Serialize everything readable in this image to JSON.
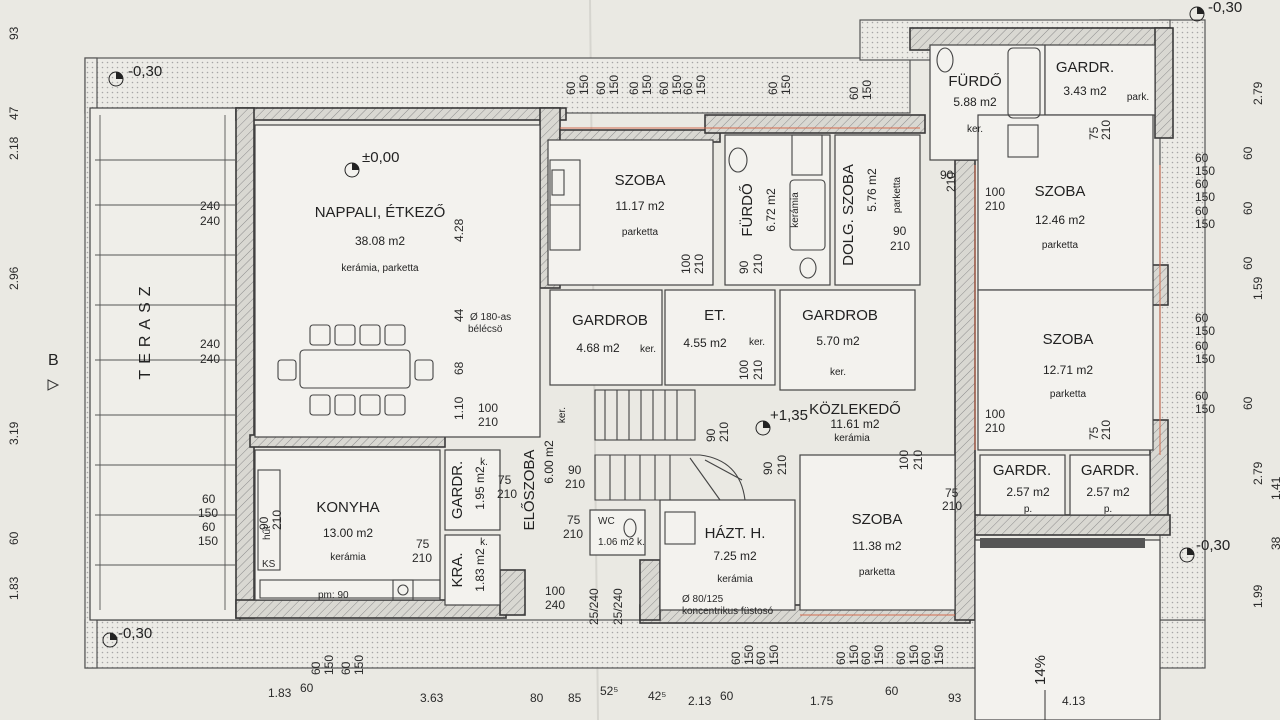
{
  "rooms": {
    "nappali": {
      "name": "NAPPALI, ÉTKEZŐ",
      "area": "38.08 m2",
      "floor": "kerámia, parketta"
    },
    "szoba1": {
      "name": "SZOBA",
      "area": "11.17 m2",
      "floor": "parketta"
    },
    "furdo1": {
      "name": "FÜRDŐ",
      "area": "6.72 m2",
      "floor": "kerámia"
    },
    "dolg": {
      "name": "DOLG. SZOBA",
      "area": "5.76 m2",
      "floor": "parketta"
    },
    "furdo2": {
      "name": "FÜRDŐ",
      "area": "5.88 m2",
      "floor": "ker."
    },
    "gardr_top": {
      "name": "GARDR.",
      "area": "3.43 m2",
      "floor": "park."
    },
    "szoba2": {
      "name": "SZOBA",
      "area": "12.46 m2",
      "floor": "parketta"
    },
    "szoba3": {
      "name": "SZOBA",
      "area": "12.71 m2",
      "floor": "parketta"
    },
    "gardrob1": {
      "name": "GARDROB",
      "area": "4.68 m2",
      "floor": "ker."
    },
    "et": {
      "name": "ET.",
      "area": "4.55 m2",
      "floor": "ker."
    },
    "gardrob2": {
      "name": "GARDROB",
      "area": "5.70 m2",
      "floor": "ker."
    },
    "kozlekedo": {
      "name": "KÖZLEKEDŐ",
      "area": "11.61 m2",
      "floor": "kerámia"
    },
    "eloszoba": {
      "name": "ELŐSZOBA",
      "area": "6.00 m2",
      "floor": "ker."
    },
    "konyha": {
      "name": "KONYHA",
      "area": "13.00 m2",
      "floor": "kerámia"
    },
    "gardr_k": {
      "name": "GARDR.",
      "area": "1.95 m2",
      "floor": "k."
    },
    "kra": {
      "name": "KRA.",
      "area": "1.83 m2",
      "floor": "k."
    },
    "wc": {
      "name": "WC",
      "area": "1.06 m2",
      "floor": "k."
    },
    "hazt": {
      "name": "HÁZT. H.",
      "area": "7.25 m2",
      "floor": "kerámia"
    },
    "szoba4": {
      "name": "SZOBA",
      "area": "11.38 m2",
      "floor": "parketta"
    },
    "gardr_a": {
      "name": "GARDR.",
      "area": "2.57 m2",
      "floor": "p."
    },
    "gardr_b": {
      "name": "GARDR.",
      "area": "2.57 m2",
      "floor": "p."
    },
    "terasz": {
      "name": "TERASZ"
    }
  },
  "levels": {
    "top_left": "-0,30",
    "living": "±0,00",
    "corridor": "+1,35",
    "bottom_left": "-0,30",
    "bottom_right": "-0,30",
    "top_right": "-0,30"
  },
  "labels": {
    "section_marker": "B",
    "ramp": "14%",
    "chimney_note_1": "Ø 80/125",
    "chimney_note_2": "koncentrikus füstosó",
    "stove_note_1": "Ø 180-as",
    "stove_note_2": "bélécsö",
    "ks": "KS",
    "hut": "hűt",
    "pm": "pm: 90"
  },
  "dims": {
    "living_h": "4.28",
    "living_w44": "44",
    "living_w68": "68",
    "living_w110": "1.10",
    "terasz_240a": "240",
    "terasz_240b": "240",
    "terasz_240c": "240",
    "terasz_240d": "240",
    "terasz_60": "60",
    "terasz_150a": "150",
    "terasz_60b": "60",
    "terasz_150b": "150",
    "door_100a": "100",
    "door_210a": "210",
    "door_100b": "100",
    "door_210b": "210",
    "door_90a": "90",
    "door_210c": "210",
    "door_90b": "90",
    "door_210d": "210",
    "door_100c": "100",
    "door_210e": "210",
    "door_90c": "90",
    "door_210f": "210",
    "door_90d": "90",
    "door_210g": "210",
    "door_100d": "100",
    "door_210h": "210",
    "door_75a": "75",
    "door_210i": "210",
    "door_90e": "90",
    "door_210j": "210",
    "door_90f": "90",
    "door_210k": "210",
    "door_100e": "100",
    "door_210l": "210",
    "door_75b": "75",
    "door_210m": "210",
    "door_90g": "90",
    "door_210n": "210",
    "door_75c": "75",
    "door_210o": "210",
    "door_100f": "100",
    "door_240": "240",
    "door_2524a": "25/240",
    "door_2524b": "25/240",
    "door_75d": "75",
    "door_210p": "210",
    "door_75e": "75",
    "door_210q": "210",
    "door_75f": "75",
    "door_210r": "210",
    "door_100g": "100",
    "door_210s": "210",
    "left_93": "93",
    "left_47": "47",
    "left_218": "2.18",
    "left_296": "2.96",
    "left_319": "3.19",
    "left_60": "60",
    "left_183": "1.83",
    "right_279a": "2.79",
    "right_60a": "60",
    "right_60b": "60",
    "right_159": "1.59",
    "right_60c": "60",
    "right_60d": "60",
    "right_279b": "2.79",
    "right_199": "1.99",
    "right_38": "38",
    "right_141": "1.41",
    "bot_183": "1.83",
    "bot_60a": "60",
    "bot_363": "3.63",
    "bot_80": "80",
    "bot_85": "85",
    "bot_525": "52⁵",
    "bot_425": "42⁵",
    "bot_213": "2.13",
    "bot_60b": "60",
    "bot_175": "1.75",
    "bot_60c": "60",
    "bot_93": "93",
    "bot_413": "4.13"
  },
  "window_codes": {
    "top_group_1": [
      "60",
      "150"
    ],
    "top_group_2": [
      "60",
      "150"
    ],
    "top_group_3": [
      "60",
      "150"
    ],
    "top_group_4": [
      "60",
      "150"
    ],
    "top_group_5": [
      "60",
      "150"
    ],
    "top_group_6": [
      "60",
      "150"
    ],
    "top_group_7": [
      "60",
      "150"
    ],
    "right_group_1": [
      "60",
      "150"
    ],
    "right_group_2": [
      "60",
      "150"
    ],
    "right_group_3": [
      "60",
      "150"
    ],
    "right_group_4": [
      "60",
      "150"
    ],
    "right_group_5": [
      "60",
      "150"
    ],
    "right_group_6": [
      "60",
      "150"
    ],
    "bot_group_1": [
      "60",
      "150"
    ],
    "bot_group_2": [
      "60",
      "150"
    ],
    "bot_group_3": [
      "60",
      "150"
    ],
    "bot_group_4": [
      "60",
      "150"
    ],
    "bot_group_5": [
      "60",
      "150"
    ],
    "bot_group_6": [
      "60",
      "150"
    ],
    "bot_group_7": [
      "60",
      "150"
    ],
    "bot_group_8": [
      "60",
      "150"
    ]
  }
}
